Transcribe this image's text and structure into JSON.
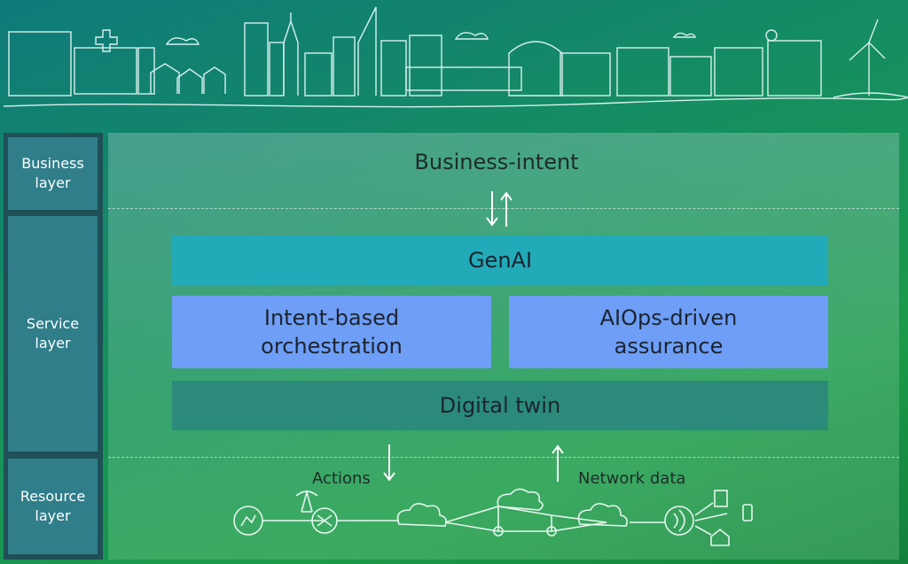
{
  "layers": {
    "business": "Business\nlayer",
    "service": "Service\nlayer",
    "resource": "Resource\nlayer"
  },
  "business_intent": "Business-intent",
  "genai": "GenAI",
  "intent_orchestration": "Intent-based\norchestration",
  "aiops_assurance": "AIOps-driven\nassurance",
  "digital_twin": "Digital twin",
  "actions": "Actions",
  "network_data": "Network data",
  "colors": {
    "genai_bar": "#22aab8",
    "blue_boxes": "#6e9ef5",
    "digital_twin_bar": "#2b8a7a",
    "layer_boxes": "#2f7e8a"
  }
}
